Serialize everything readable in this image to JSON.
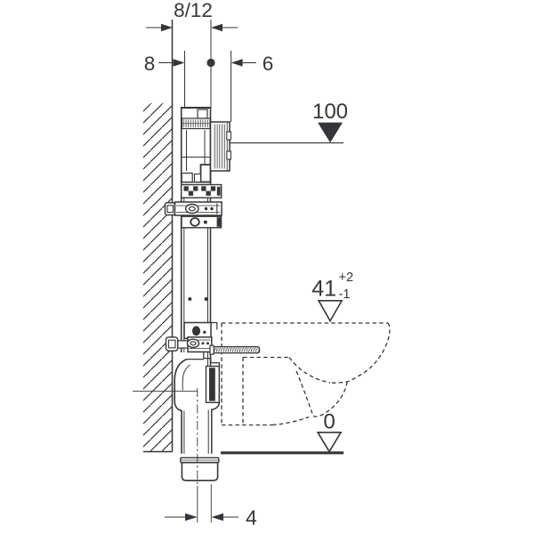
{
  "drawing": {
    "description": "Side-view technical installation drawing of a concealed in-wall cistern frame with wall-hung WC pan (dashed) and drain pipe",
    "background": "#ffffff",
    "line_color": "#36363a",
    "labels": {
      "wall_offset_range": "8/12",
      "offset_back": "8",
      "offset_front": "6",
      "level_top": "100",
      "level_seat": "41",
      "level_seat_tol_plus": "+2",
      "level_seat_tol_minus": "-1",
      "level_floor": "0",
      "outlet_offset": "4"
    }
  }
}
